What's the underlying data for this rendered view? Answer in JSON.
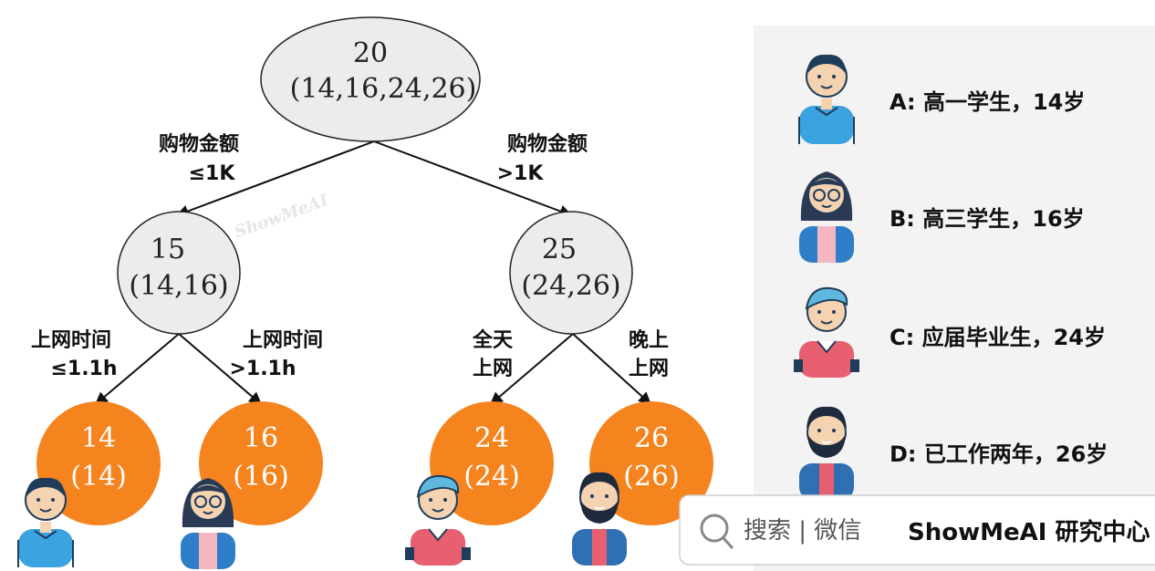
{
  "tree": {
    "root": {
      "value": "20",
      "samples": "(14,16,24,26)"
    },
    "left": {
      "value": "15",
      "samples": "(14,16)",
      "edge_label_1": "购物金额",
      "edge_label_2": "≤1K",
      "leaf_left": {
        "value": "14",
        "samples": "(14)"
      },
      "leaf_right": {
        "value": "16",
        "samples": "(16)"
      },
      "left_edge_1": "上网时间",
      "left_edge_2": "≤1.1h",
      "right_edge_1": "上网时间",
      "right_edge_2": ">1.1h"
    },
    "right": {
      "value": "25",
      "samples": "(24,26)",
      "edge_label_1": "购物金额",
      "edge_label_2": ">1K",
      "leaf_left": {
        "value": "24",
        "samples": "(24)"
      },
      "leaf_right": {
        "value": "26",
        "samples": "(26)"
      },
      "left_edge_1": "全天",
      "left_edge_2": "上网",
      "right_edge_1": "晚上",
      "right_edge_2": "上网"
    }
  },
  "legend": [
    {
      "text": "A: 高一学生，14岁"
    },
    {
      "text": "B: 高三学生，16岁"
    },
    {
      "text": "C: 应届毕业生，24岁"
    },
    {
      "text": "D: 已工作两年，26岁"
    }
  ],
  "watermark": "ShowMeAI",
  "footer": {
    "search_label": "搜索 | 微信",
    "brand": "ShowMeAI 研究中心"
  },
  "colors": {
    "node_fill": "#ececec",
    "leaf_fill": "#f5841f",
    "legend_bg": "#f3f3f3"
  }
}
